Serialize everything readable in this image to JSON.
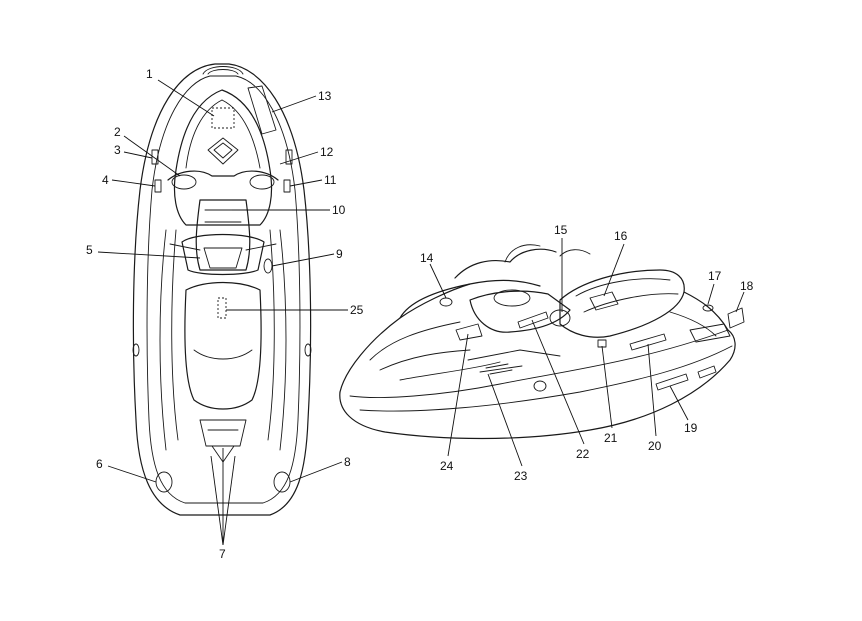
{
  "callouts": {
    "c1": "1",
    "c2": "2",
    "c3": "3",
    "c4": "4",
    "c5": "5",
    "c6": "6",
    "c7": "7",
    "c8": "8",
    "c9": "9",
    "c10": "10",
    "c11": "11",
    "c12": "12",
    "c13": "13",
    "c14": "14",
    "c15": "15",
    "c16": "16",
    "c17": "17",
    "c18": "18",
    "c19": "19",
    "c20": "20",
    "c21": "21",
    "c22": "22",
    "c23": "23",
    "c24": "24",
    "c25": "25"
  },
  "colors": {
    "line": "#1a1a1a",
    "background": "#ffffff"
  }
}
